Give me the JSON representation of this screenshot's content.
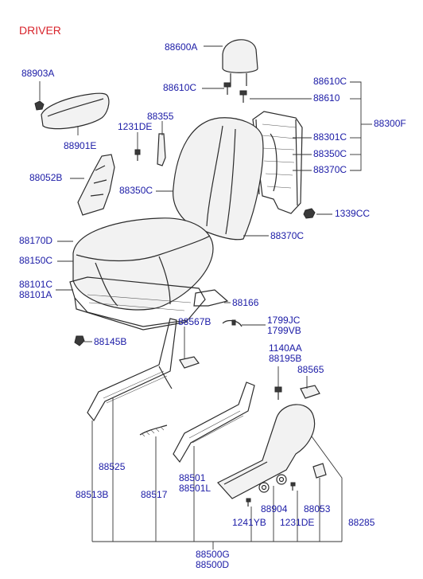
{
  "title": "DRIVER",
  "colors": {
    "title": "#d8242c",
    "label": "#1a1aa6",
    "line": "#333333"
  },
  "labels": {
    "p88600A": "88600A",
    "p88903A": "88903A",
    "p88610C_a": "88610C",
    "p88610C_b": "88610C",
    "p88610": "88610",
    "p88300F": "88300F",
    "p88355": "88355",
    "p1231DE_a": "1231DE",
    "p88901E": "88901E",
    "p88301C": "88301C",
    "p88350C_a": "88350C",
    "p88370C_a": "88370C",
    "p88052B": "88052B",
    "p88350C_b": "88350C",
    "p1339CC": "1339CC",
    "p88170D": "88170D",
    "p88370C_b": "88370C",
    "p88150C": "88150C",
    "p88101C": "88101C",
    "p88101A": "88101A",
    "p88166": "88166",
    "p88567B": "88567B",
    "p1799JC": "1799JC",
    "p1799VB": "1799VB",
    "p88145B": "88145B",
    "p1140AA": "1140AA",
    "p88195B": "88195B",
    "p88565": "88565",
    "p88525": "88525",
    "p88501": "88501",
    "p88501L": "88501L",
    "p88513B": "88513B",
    "p88517": "88517",
    "p88904": "88904",
    "p88053": "88053",
    "p88285": "88285",
    "p1241YB": "1241YB",
    "p1231DE_b": "1231DE",
    "p88500G": "88500G",
    "p88500D": "88500D"
  }
}
